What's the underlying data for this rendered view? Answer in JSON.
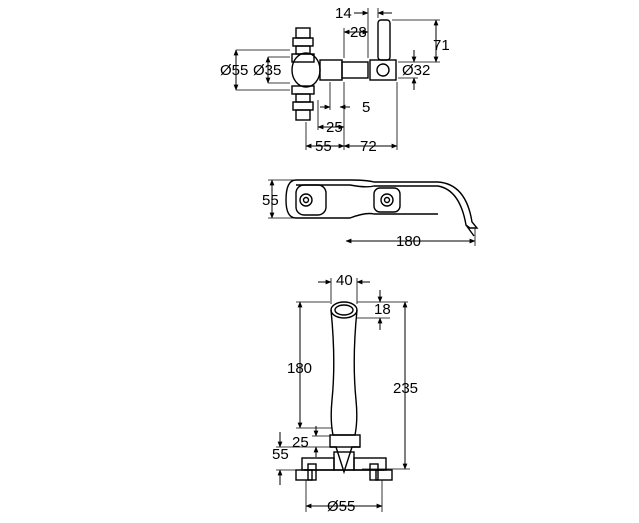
{
  "views": {
    "top": {
      "labels": {
        "w14": "14",
        "w28": "28",
        "h71": "71",
        "d55": "Ø55",
        "d35": "Ø35",
        "d32": "Ø32",
        "w5": "5",
        "w25": "25",
        "w55": "55",
        "w72": "72"
      }
    },
    "side": {
      "labels": {
        "h55": "55",
        "w180": "180"
      }
    },
    "front": {
      "labels": {
        "w40": "40",
        "h18": "18",
        "h180": "180",
        "h235": "235",
        "h25": "25",
        "h55": "55",
        "d55": "Ø55"
      }
    }
  }
}
